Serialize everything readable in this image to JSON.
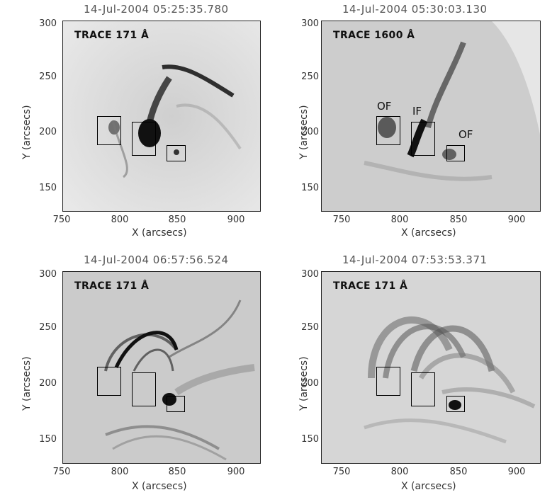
{
  "panels": [
    {
      "title": "14-Jul-2004  05:25:35.780",
      "instrument": "TRACE 171 Å",
      "annotations": []
    },
    {
      "title": "14-Jul-2004  05:30:03.130",
      "instrument": "TRACE 1600 Å",
      "annotations": [
        {
          "text": "OF"
        },
        {
          "text": "IF"
        },
        {
          "text": "OF"
        }
      ]
    },
    {
      "title": "14-Jul-2004  06:57:56.524",
      "instrument": "TRACE 171 Å",
      "annotations": []
    },
    {
      "title": "14-Jul-2004  07:53:53.371",
      "instrument": "TRACE 171 Å",
      "annotations": []
    }
  ],
  "axes": {
    "xlabel": "X (arcsecs)",
    "ylabel": "Y (arcsecs)",
    "xticks": [
      "750",
      "800",
      "850",
      "900"
    ],
    "yticks": [
      "300",
      "250",
      "200",
      "150"
    ]
  }
}
